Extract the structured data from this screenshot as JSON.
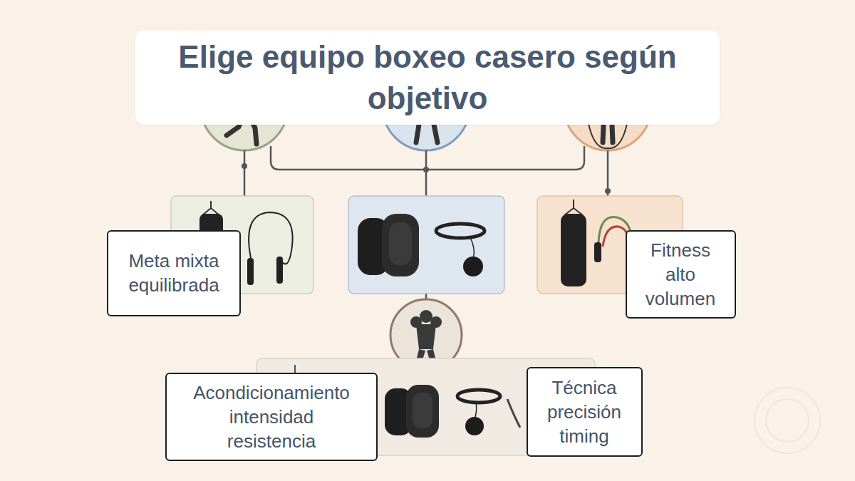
{
  "diagram": {
    "title": "Elige equipo boxeo casero según objetivo",
    "nodes": [
      {
        "text": [
          "Meta mixta equilibrada"
        ]
      },
      {
        "text": [
          "Fitness alto volumen"
        ]
      },
      {
        "text": [
          "Acondicionamiento intensidad resistencia"
        ]
      },
      {
        "text": [
          "Técnica precisión timing"
        ]
      }
    ]
  }
}
